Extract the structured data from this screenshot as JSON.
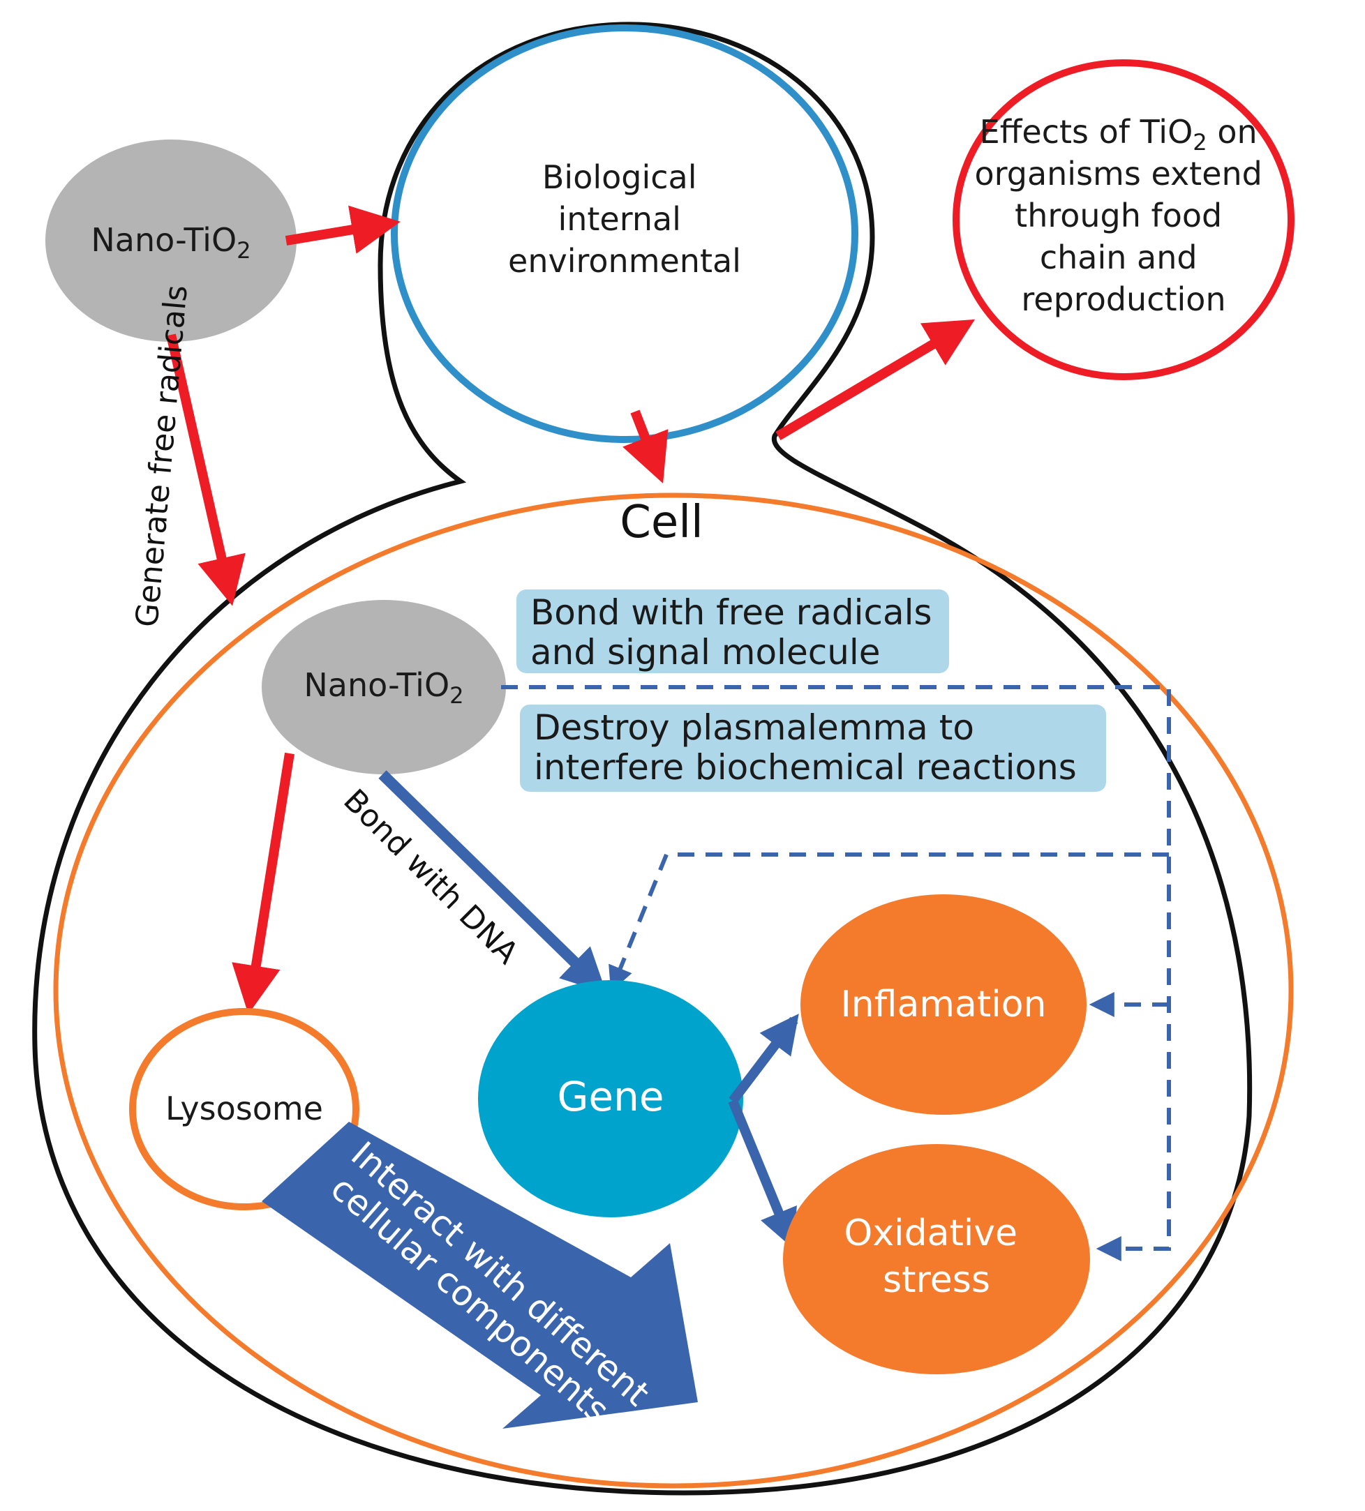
{
  "colors": {
    "red": "#ee1c25",
    "blue_ring": "#2f8fc9",
    "orange": "#f47a2c",
    "gray": "#b4b4b4",
    "gene": "#00a3cc",
    "dark_blue": "#3a65ad",
    "box": "#aed8ea"
  },
  "nodes": {
    "nano_outer": {
      "text": "Nano-TiO",
      "sub": "2"
    },
    "bio_env": {
      "line1": "Biological",
      "line2": "internal",
      "line3": "environmental"
    },
    "effects": {
      "line1a": "Effects of TiO",
      "line1_sub": "2",
      "line1b": " on",
      "line2": "organisms extend",
      "line3": "through food",
      "line4": "chain and",
      "line5": "reproduction"
    },
    "cell": "Cell",
    "nano_inner": {
      "text": "Nano-TiO",
      "sub": "2"
    },
    "lysosome": "Lysosome",
    "gene": "Gene",
    "inflammation": "Inflamation",
    "oxidative": {
      "line1": "Oxidative",
      "line2": "stress"
    }
  },
  "boxes": {
    "bond_free": {
      "line1": "Bond with free radicals",
      "line2": "and signal molecule"
    },
    "destroy": {
      "line1": "Destroy plasmalemma to",
      "line2": "interfere biochemical reactions"
    }
  },
  "arrow_labels": {
    "generate": "Generate free radicals",
    "bond_dna": "Bond with DNA",
    "interact": {
      "line1": "Interact with different",
      "line2": "cellular components"
    }
  }
}
